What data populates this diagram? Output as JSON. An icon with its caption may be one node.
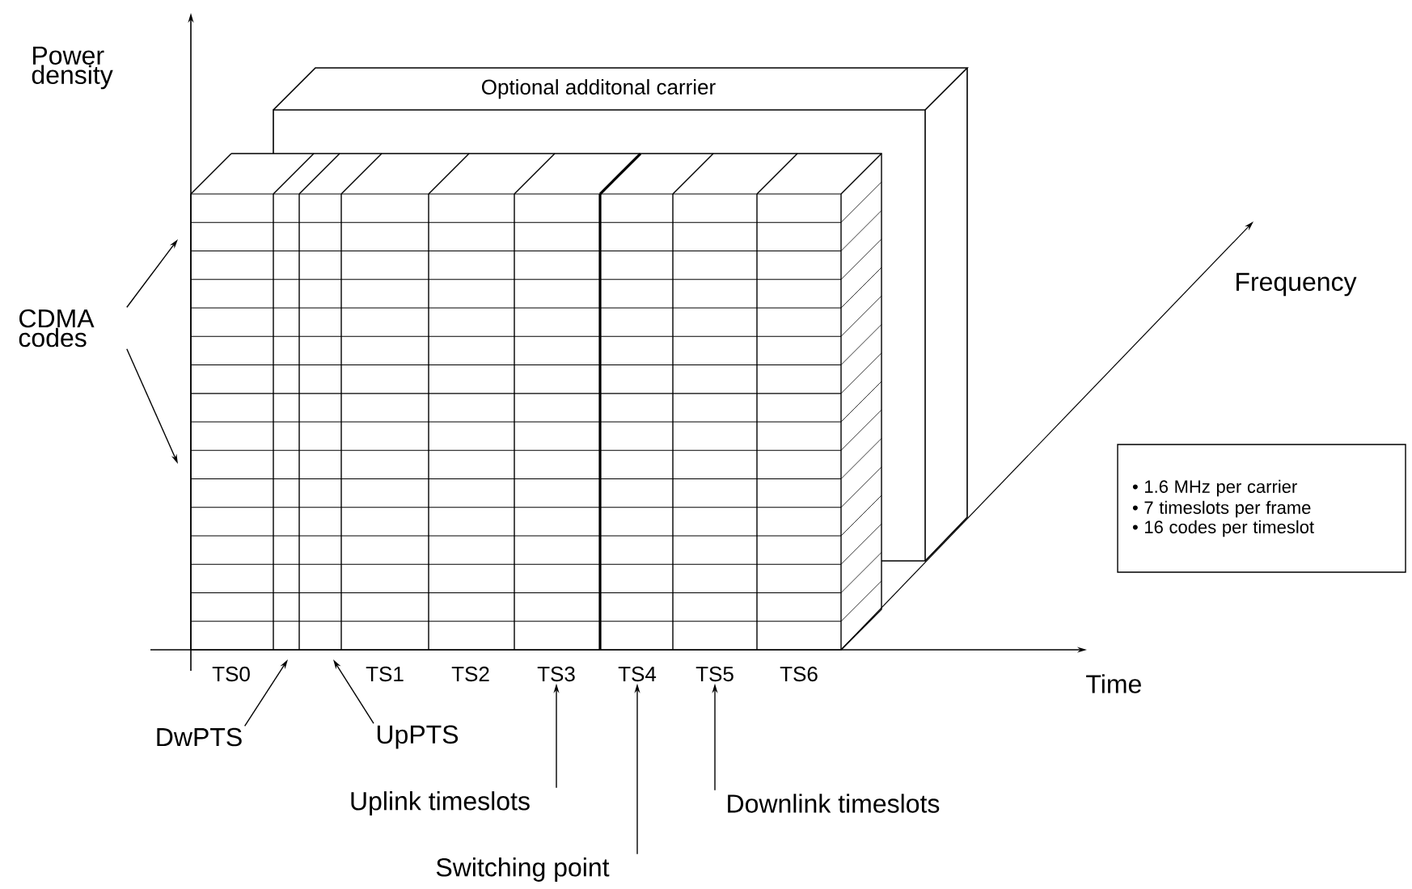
{
  "diagram": {
    "nodes": [
      {
        "text": [
          "Optional additonal carrier"
        ]
      },
      {
        "text": [
          "CDMA codes"
        ]
      },
      {
        "text": [
          "TS3"
        ]
      },
      {
        "text": [
          "TS4"
        ]
      },
      {
        "text": [
          "TS5"
        ]
      },
      {
        "text": [
          "DwPTS"
        ]
      },
      {
        "text": [
          "UpPTS"
        ]
      },
      {
        "text": [
          "Uplink timeslots"
        ]
      },
      {
        "text": [
          "Downlink timeslots"
        ]
      },
      {
        "text": [
          "Switching point"
        ]
      },
      {
        "text": [
          "• 1.6 MHz per carrier",
          "• 7 timeslots per frame",
          "• 16 codes per timeslot"
        ]
      }
    ],
    "edges": [
      {
        "from": 1,
        "to": null,
        "arrow": "to"
      },
      {
        "from": 1,
        "to": null,
        "arrow": "to"
      },
      {
        "from": 5,
        "to": null,
        "arrow": "to"
      },
      {
        "from": 6,
        "to": null,
        "arrow": "to"
      },
      {
        "from": 7,
        "to": 2,
        "arrow": "to"
      },
      {
        "from": 9,
        "to": 3,
        "arrow": "to"
      },
      {
        "from": 8,
        "to": 4,
        "arrow": "to"
      }
    ],
    "labels": [
      "Power density",
      "Frequency",
      "TS0",
      "TS1",
      "TS2",
      "TS6",
      "Time"
    ]
  }
}
